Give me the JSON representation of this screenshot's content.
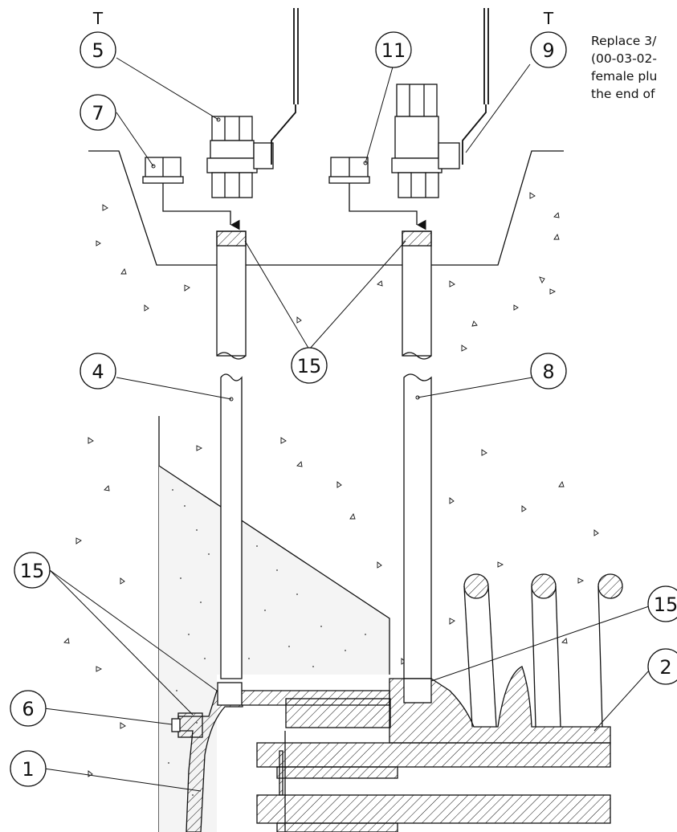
{
  "note": {
    "lines": [
      "Replace 3/",
      "(00-03-02-",
      "female plu",
      "the end of"
    ]
  },
  "top_labels": {
    "left_t": "T",
    "right_t": "T"
  },
  "callouts": {
    "c5": "5",
    "c9": "9",
    "c11": "11",
    "c7": "7",
    "c15_top": "15",
    "c4": "4",
    "c8": "8",
    "c15_left": "15",
    "c6": "6",
    "c1": "1",
    "c15_right": "15",
    "c2": "2"
  }
}
